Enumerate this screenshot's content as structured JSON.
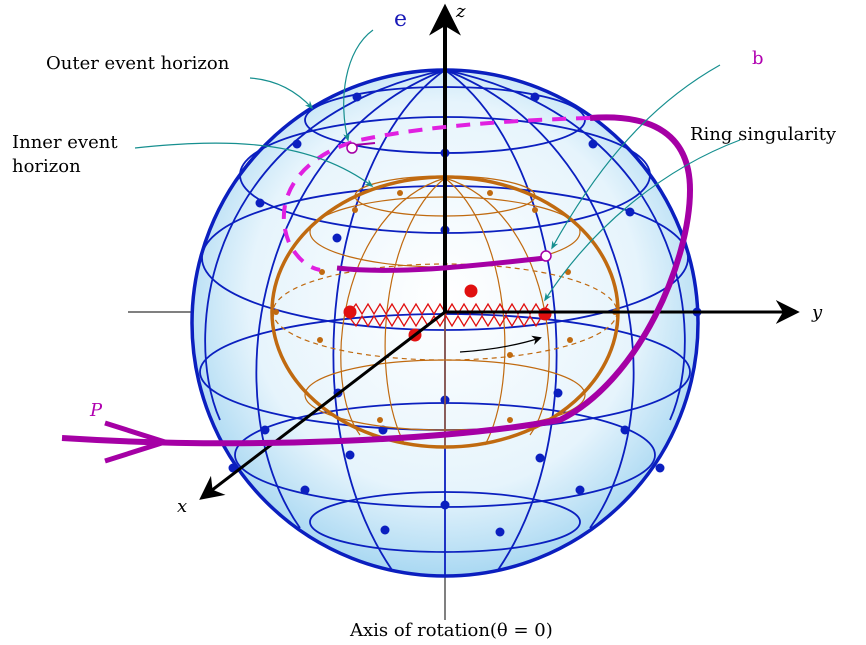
{
  "labels": {
    "axis_z": "z",
    "axis_y": "y",
    "axis_x": "x",
    "point_e": "e",
    "point_b": "b",
    "path_p": "P",
    "outer_horizon": "Outer event horizon",
    "inner_horizon_line1": "Inner event",
    "inner_horizon_line2": "horizon",
    "ring_singularity": "Ring singularity",
    "axis_of_rotation": "Axis of rotation(θ = 0)"
  },
  "colors": {
    "outer_sphere": "#0b1fbf",
    "outer_fill": "#cde9f8",
    "inner_sphere": "#c06a10",
    "singularity": "#e01010",
    "trajectory": "#a500a5",
    "trajectory_dashed": "#e020e0",
    "pointer": "#168f8f",
    "axes": "#000000"
  }
}
